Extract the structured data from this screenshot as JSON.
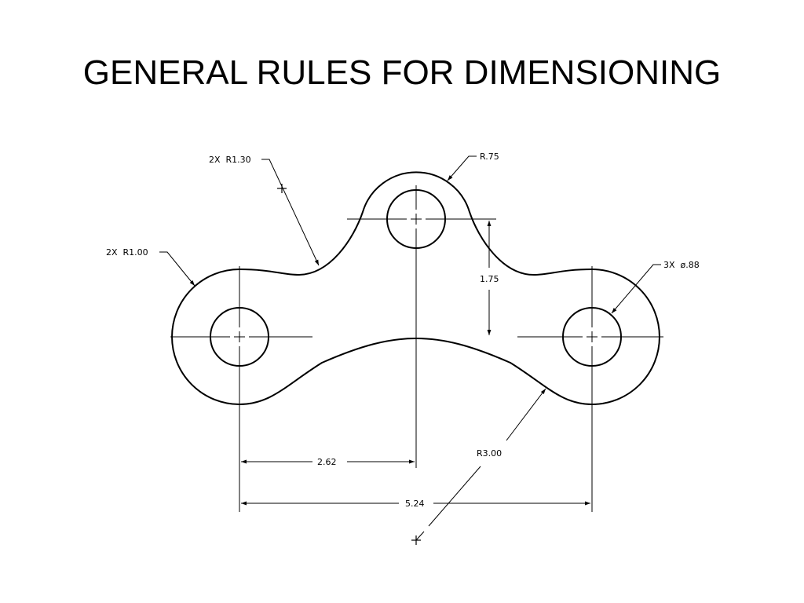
{
  "slide": {
    "title": "GENERAL RULES FOR DIMENSIONING"
  },
  "drawing": {
    "line_color": "#000000",
    "background": "#ffffff",
    "callouts": {
      "end_arc_radius": "2X  R1.00",
      "concave_arc_radius": "2X  R1.30",
      "top_arc_radius": "R.75",
      "hole_diameter": "3X  ø.88",
      "bottom_arc_radius": "R3.00"
    },
    "dimensions": {
      "vertical_offset": "1.75",
      "half_span": "2.62",
      "full_span": "5.24"
    }
  }
}
